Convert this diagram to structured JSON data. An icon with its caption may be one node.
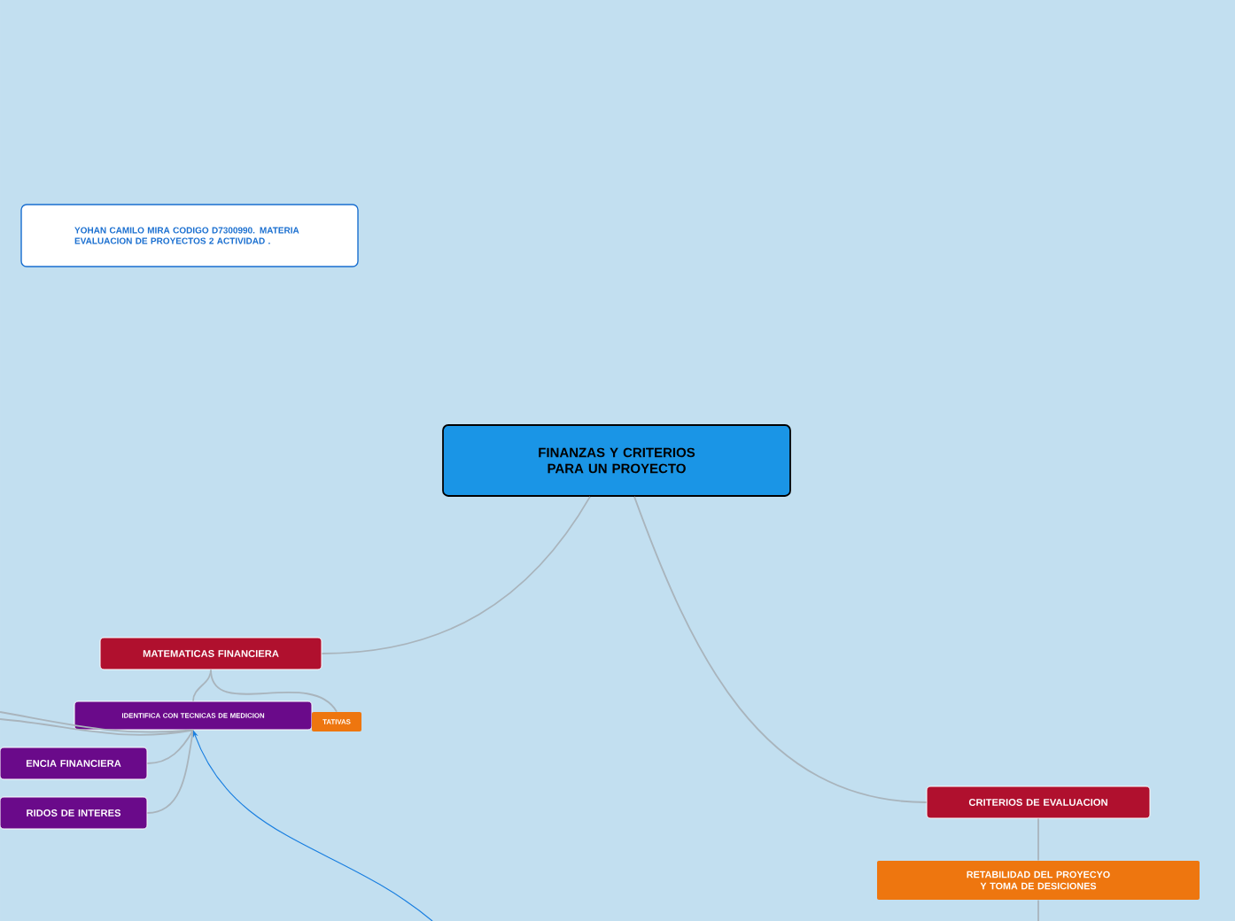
{
  "diagram": {
    "nodes": [
      {
        "text": [
          "FINANZAS Y CRITERIOS PARA UN PROYECTO"
        ]
      },
      {
        "text": [
          "YOHAN CAMILO MIRA  CODIGO D7300990. MATERIA EVALUACION DE PROYECTOS 2 ACTIVIDAD ."
        ]
      },
      {
        "text": [
          "MATEMATICAS FINANCIERA"
        ]
      },
      {
        "text": [
          "IDENTIFICA CON TECNICAS DE MEDICION"
        ]
      },
      {
        "text": [
          "TATIVAS"
        ]
      },
      {
        "text": [
          "ENCIA FINANCIERA"
        ]
      },
      {
        "text": [
          "RIDOS DE INTERES"
        ]
      },
      {
        "text": [
          "CRITERIOS DE EVALUACION"
        ]
      },
      {
        "text": [
          "RETABILIDAD DEL PROYECYO Y TOMA DE DESICIONES"
        ]
      }
    ],
    "edges": [
      {
        "from": 0,
        "to": 2,
        "arrow": "none"
      },
      {
        "from": 0,
        "to": 7,
        "arrow": "none"
      },
      {
        "from": 2,
        "to": 3,
        "arrow": "none"
      },
      {
        "from": 2,
        "to": 4,
        "arrow": "none"
      },
      {
        "from": 3,
        "to": 5,
        "arrow": "none"
      },
      {
        "from": 3,
        "to": 6,
        "arrow": "none"
      },
      {
        "from": 3,
        "to": null,
        "arrow": "none"
      },
      {
        "from": 3,
        "to": null,
        "arrow": "none"
      },
      {
        "from": null,
        "to": 3,
        "arrow": "to",
        "color": "#1a7fe0"
      },
      {
        "from": 7,
        "to": 8,
        "arrow": "none"
      },
      {
        "from": 8,
        "to": null,
        "arrow": "none"
      }
    ]
  }
}
